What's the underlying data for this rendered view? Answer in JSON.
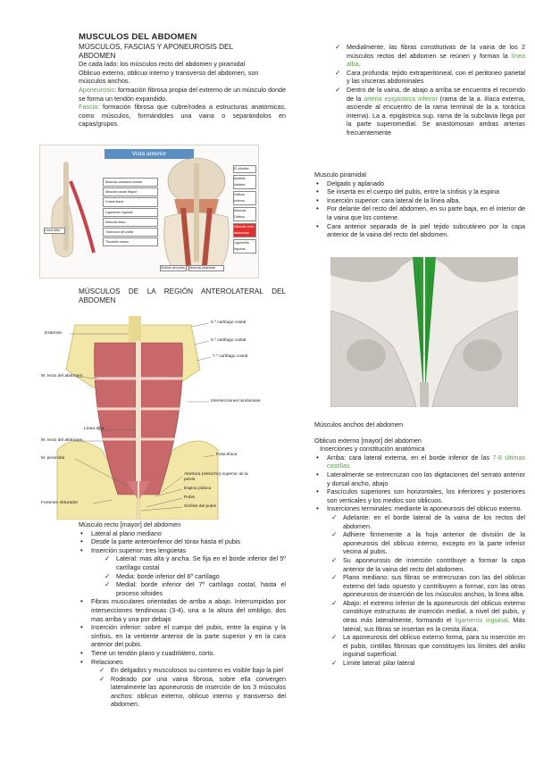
{
  "title": "MUSCULOS DEL ABDOMEN",
  "subtitle": "MÚSCULOS, FASCIAS Y APONEUROSIS DEL ABDOMEN",
  "intro": [
    "De cada lado: los músculos recto del abdomen y piramidal",
    "Oblicuo externo, oblicuo interno y transverso del abdomen, son músculos anchos."
  ],
  "aponeurosis": {
    "term": "Aponeurosis",
    "text": ": formación fibrosa propia del extremo de un músculo donde se forma un tendón expandido."
  },
  "fascia": {
    "term": "Fascia",
    "text": ": formación fibrosa que cubre/rodea a estructuras anatómicas, como músculos, formándoles una vaina o separándolos en capas/grupos."
  },
  "fig1": {
    "header": "Vista anterior",
    "labels": [
      "Línea alba",
      "Músculo cuadrado lumbar",
      "Músculo psoas Mayor",
      "Cresta ilíaca",
      "Ligamento Inguinal",
      "Músculo iliaco",
      "Tuberculo del pubis",
      "Trocánter mayor",
      "Sínfisis del pubis",
      "Músculo piramidal",
      "Oblicuo externo",
      "Músculo Oblicuo",
      "Músculo recto abdominal",
      "Ligamento inguinal",
      "El xifoides",
      "Apófisis xifoides"
    ]
  },
  "section2": "MÚSCULOS DE LA REGIÓN ANTEROLATERAL DEL ABDOMEN",
  "fig2": {
    "labels": [
      "Esternón",
      "5.º cartílago costal",
      "6.º cartílago costal",
      "7.º cartílago costal",
      "M. recto del abdomen",
      "Intersecciones tendinosas",
      "Línea alba",
      "M. recto del abdomen",
      "Fosa ilíaca",
      "M. piramidal",
      "Abertura (estrecho) superior de la pelvis",
      "Espina púbica",
      "Foramen obturador",
      "Pubis",
      "Sínfisis del pubis"
    ]
  },
  "recto": {
    "heading": "Músculo recto [mayor] del abdomen",
    "b1": "Lateral al plano mediano",
    "b2": "Desde la parte anteroinferior del tórax hasta el pubis",
    "b3": "Inserción superior: tres lengüetas",
    "c1": "Lateral: mas alta y ancha. Se fija en el borde inferior del 5º cartílago costal",
    "c2": "Media: borde inferior del 6º cartílago",
    "c3": "Medial: borde inferior del 7º cartílago costal, hasta el proceso xifoides",
    "b4": "Fibras musculares orientadas de arriba a abajo. Interrumpidas por intersecciones tendinosas (3-4), una a la altura del ombligo, dos mas arriba y una por debajo",
    "b5": "Inserción inferior: sobre el cuerpo del pubis, entre la espina y la sínfisis, en la vertiente anterior de la parte superior y en la cara anterior del pubis.",
    "b6": "Tiene un tendón plano y cuadrilátero, corto.",
    "b7": "Relaciones",
    "r1": "En delgados y musculosos su contorno es visible bajo la piel",
    "r2": "Rodeado por una vaina fibrosa, sobre ella convergen lateralmente las aponeurosis de inserción de los 3 músculos anchos: oblicuo externo, oblicuo interno y transverso del abdomen."
  },
  "right": {
    "r3_pre": "Medialmente, las fibras constitutivas de la vaina de los 2 músculos rectos del abdomen se reúnen y forman la ",
    "r3_link": "línea alba",
    "r3_post": ".",
    "r4": "Cara profunda: tejido extraperitoneal, con el peritoneo parietal y las vísceras abdominales",
    "r5_pre": "Dentro de la vaina, de abajo a arriba se encuentra el recorrido de la ",
    "r5_link": "arteria epigástrica inferior",
    "r5_post": " (rama de la a. ilíaca externa, asciende al encuentro de la rama terminal de la a. torácica interna). La a. epigástrica sup. rama de la subclavia llega por la parte superomedial. Se anastomosan ambas arterias frecuentemente",
    "piramidal_heading": "Musculo piramidal",
    "p1": "Delgado y aplanado",
    "p2": "Se inserta en el cuerpo del pubis, entre la sínfisis y la espina",
    "p3": "Inserción superior: cara lateral de la línea alba.",
    "p4": "Por delante del recto del abdomen, en su parte baja, en el interior de la vaina que los contiene.",
    "p5": "Cara anterior separada de la piel tejido subcutáneo por la capa anterior de la vaina del recto del abdomen.",
    "anchos_heading": "Músculos anchos del abdomen",
    "oblicuo_heading": "Oblicuo externo [mayor] del abdomen",
    "oblicuo_sub": "Inserciones y constitución anatómica",
    "o1_pre": "Arriba: cara lateral externa, en el borde inferior de las ",
    "o1_link": "7-8 últimas costillas",
    "o2": "Lateralmente se entrecruzan con las digitaciones del serrato anterior y dorsal ancho, abajo",
    "o3": "Fascículos superiores son horizontales, los inferiores y posteriores son verticales y los medios son oblicuos.",
    "o4": "Inserciones terminales: mediante la aponeurosis del oblicuo externo.",
    "t1": "Adelante: en el borde lateral de la vaina de los rectos del abdomen.",
    "t2": "Adhiere firmemente a la hoja anterior de división de la aponeurosis del oblicuo interno, excepto en la parte inferior vecina al pubis.",
    "t3": "Su aponeurosis de inserción contribuye a formar la capa anterior de la vaina del recto del abdomen.",
    "t4": "Plano mediano: sus fibras se entrecruzan con las del oblicuo externo del lado opuesto y contribuyen a formar, con las otras aponeurosis de inserción de los músculos anchos, la línea alba.",
    "t5_pre": "Abajo: el extremo inferior de la aponeurosis del oblicuo externo constituye estructuras de inserción medial, a nivel del pubis, y otras más lateralmente, formando el ",
    "t5_link": "ligamento inguinal",
    "t5_post": ". Más lateral, sus fibras se insertan en la cresta ilíaca.",
    "t6": "La aponeurosis del oblicuo externo forma, para su inserción en el pubis, cintillas fibrosas que constituyen los límites del anillo inguinal superficial.",
    "t7": "Límite lateral: pilar lateral"
  }
}
